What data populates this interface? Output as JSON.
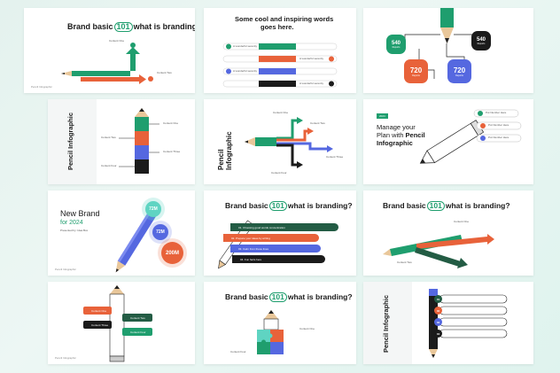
{
  "colors": {
    "green": "#1f9e6e",
    "orange": "#e8623a",
    "blue": "#5568e0",
    "black": "#1b1b1b",
    "darkgreen": "#235c44",
    "teal": "#5fd4c2"
  },
  "footer_brand": "Pencil Infographic",
  "slides": [
    {
      "id": "s1",
      "title_pre": "Brand basic",
      "title_badge": "101",
      "title_post": "what is branding?",
      "label_one": "Content One",
      "label_two": "Content Two"
    },
    {
      "id": "s2",
      "title_line1": "Some cool and inspiring words",
      "title_line2": "goes here.",
      "row_label": "A wonderful serenity"
    },
    {
      "id": "s3",
      "tiles": [
        {
          "value": "540",
          "sub": "Reports"
        },
        {
          "value": "720",
          "sub": "Reports"
        },
        {
          "value": "720",
          "sub": "Reports"
        },
        {
          "value": "540",
          "sub": "Reports"
        }
      ]
    },
    {
      "id": "s4",
      "vertical_title": "Pencil Infographic",
      "labels": [
        "Content One",
        "Content Two",
        "Content Three",
        "Content Four"
      ]
    },
    {
      "id": "s5",
      "vertical_title_line1": "Pencil",
      "vertical_title_line2": "Infographic",
      "labels": [
        "Content One",
        "Content Two",
        "Content Three",
        "Content Four"
      ]
    },
    {
      "id": "s6",
      "tag": "2024",
      "title_line1": "Manage your",
      "title_line2": "Plan with",
      "title_bold": "Pencil",
      "title_line3": "Infographic",
      "items": [
        "Put Number Here",
        "Put Number Here",
        "Put Number Here"
      ]
    },
    {
      "id": "s7",
      "title_line1": "New Brand",
      "title_line2": "for 2024",
      "subtitle": "Presented by: Idea Box",
      "circles": [
        "72M",
        "72M",
        "200M"
      ]
    },
    {
      "id": "s8",
      "title_pre": "Brand basic",
      "title_badge": "101",
      "title_post": "what is branding?",
      "bars": [
        "01. Choosing good words concentration",
        "02. Prepare your ideas by writing",
        "03. Calm from these lines",
        "04. Fun facts here"
      ]
    },
    {
      "id": "s9",
      "title_pre": "Brand basic",
      "title_badge": "101",
      "title_post": "what is branding?",
      "label_one": "Content One",
      "label_two": "Content Two"
    },
    {
      "id": "s10",
      "labels": [
        "Content One",
        "Content Two",
        "Content Three",
        "Content Four"
      ]
    },
    {
      "id": "s11",
      "title_pre": "Brand basic",
      "title_badge": "101",
      "title_post": "what is branding?",
      "label_one": "Content One",
      "label_two": "Content Four"
    },
    {
      "id": "s12",
      "vertical_title": "Pencil Infographic",
      "numbers": [
        "01",
        "02",
        "03",
        "04"
      ]
    }
  ]
}
